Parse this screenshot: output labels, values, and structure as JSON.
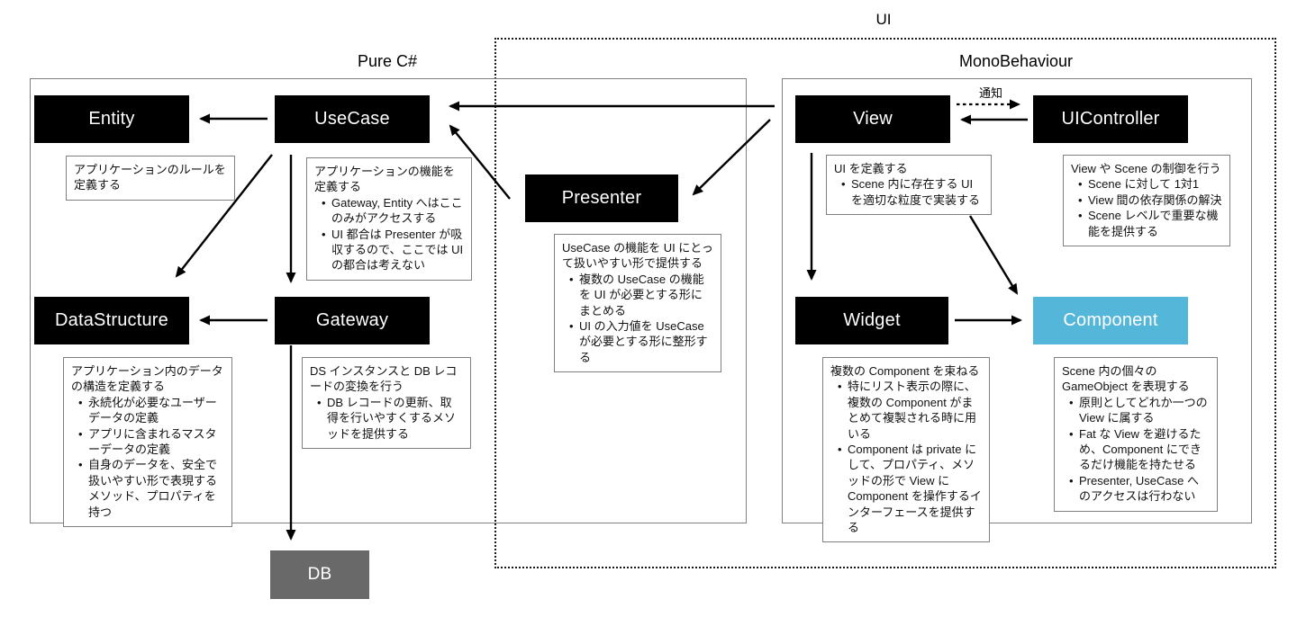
{
  "titles": {
    "ui": "UI",
    "pure_csharp": "Pure C#",
    "monobehaviour": "MonoBehaviour"
  },
  "nodes": {
    "entity": {
      "label": "Entity"
    },
    "usecase": {
      "label": "UseCase"
    },
    "presenter": {
      "label": "Presenter"
    },
    "datastructure": {
      "label": "DataStructure"
    },
    "gateway": {
      "label": "Gateway"
    },
    "db": {
      "label": "DB"
    },
    "view": {
      "label": "View"
    },
    "uicontroller": {
      "label": "UIController"
    },
    "widget": {
      "label": "Widget"
    },
    "component": {
      "label": "Component"
    }
  },
  "edge_labels": {
    "notify": "通知"
  },
  "annotations": {
    "entity": {
      "intro": "アプリケーションのルールを定義する"
    },
    "usecase": {
      "intro": "アプリケーションの機能を定義する",
      "bullets": [
        "Gateway, Entity へはここのみがアクセスする",
        "UI 都合は Presenter が吸収するので、ここでは UI の都合は考えない"
      ]
    },
    "datastructure": {
      "intro": "アプリケーション内のデータの構造を定義する",
      "bullets": [
        "永続化が必要なユーザーデータの定義",
        "アプリに含まれるマスターデータの定義",
        "自身のデータを、安全で扱いやすい形で表現するメソッド、プロパティを持つ"
      ]
    },
    "gateway": {
      "intro": "DS インスタンスと DB レコードの変換を行う",
      "bullets": [
        "DB レコードの更新、取得を行いやすくするメソッドを提供する"
      ]
    },
    "presenter": {
      "intro": "UseCase の機能を UI にとって扱いやすい形で提供する",
      "bullets": [
        "複数の UseCase の機能を UI が必要とする形にまとめる",
        "UI の入力値を UseCase が必要とする形に整形する"
      ]
    },
    "view": {
      "intro": "UI を定義する",
      "bullets": [
        "Scene 内に存在する UI を適切な粒度で実装する"
      ]
    },
    "uicontroller": {
      "intro": "View や Scene の制御を行う",
      "bullets": [
        "Scene に対して 1対1",
        "View 間の依存関係の解決",
        "Scene レベルで重要な機能を提供する"
      ]
    },
    "widget": {
      "intro": "複数の Component を束ねる",
      "bullets": [
        "特にリスト表示の際に、複数の Component がまとめて複製される時に用いる",
        "Component は private にして、プロパティ、メソッドの形で View に Component を操作するインターフェースを提供する"
      ]
    },
    "component": {
      "intro": "Scene 内の個々の GameObject を表現する",
      "bullets": [
        "原則としてどれか一つの View に属する",
        "Fat な View を避けるため、Component にできるだけ機能を持たせる",
        "Presenter, UseCase へのアクセスは行わない"
      ]
    }
  },
  "colors": {
    "node_bg": "#000000",
    "node_text": "#ffffff",
    "component_bg": "#54b6d8",
    "db_bg": "#696969",
    "container_border": "#808080",
    "annotation_border": "#7f7f7f"
  }
}
